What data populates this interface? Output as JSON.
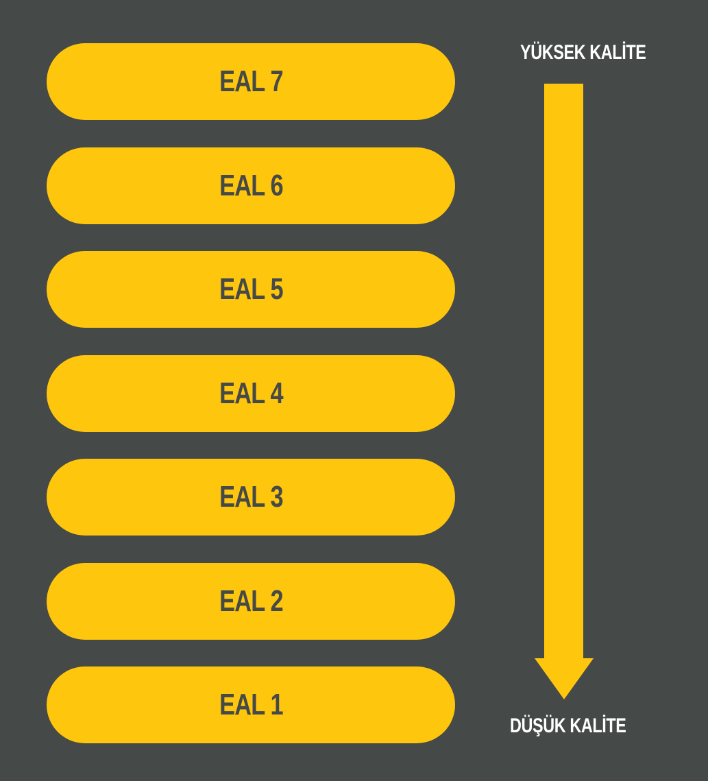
{
  "levels": [
    {
      "label": "EAL 7"
    },
    {
      "label": "EAL 6"
    },
    {
      "label": "EAL 5"
    },
    {
      "label": "EAL 4"
    },
    {
      "label": "EAL 3"
    },
    {
      "label": "EAL 2"
    },
    {
      "label": "EAL 1"
    }
  ],
  "scale": {
    "high_label": "YÜKSEK KALİTE",
    "low_label": "DÜŞÜK KALİTE",
    "direction_icon": "arrow-down-icon"
  },
  "colors": {
    "background": "#454948",
    "accent": "#fec60c",
    "label_text": "#454948",
    "scale_text": "#ffffff"
  }
}
